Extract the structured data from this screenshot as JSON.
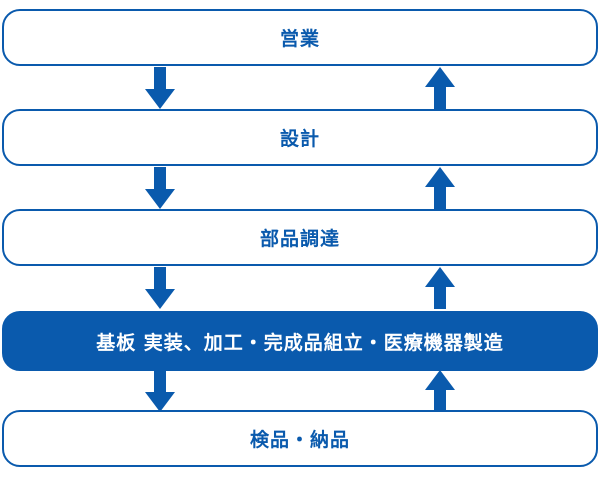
{
  "flow": {
    "stages": [
      {
        "label": "営業"
      },
      {
        "label": "設計"
      },
      {
        "label": "部品調達"
      },
      {
        "label": "基板 実装、加工・完成品組立・医療機器製造"
      },
      {
        "label": "検品・納品"
      }
    ],
    "active_stage": 3
  },
  "colors": {
    "primary": "#0a5aad",
    "background": "#ffffff"
  }
}
